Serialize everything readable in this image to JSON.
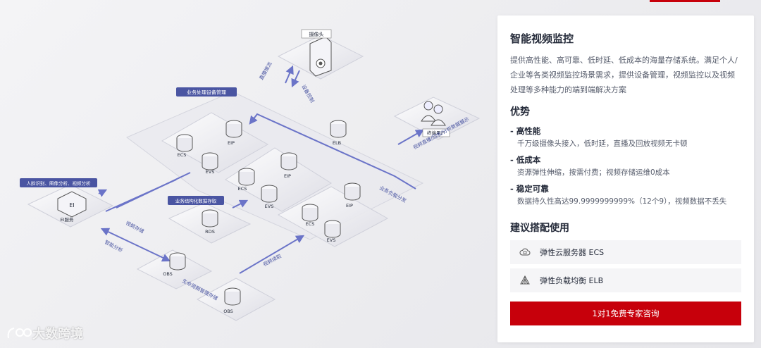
{
  "diagram": {
    "camera_label": "摄像头",
    "device_mgmt_label": "业务处理设备管理",
    "terminal_user_label": "终端用户",
    "ai_label": "人脸识别、图像分析、视频分析",
    "ei_service_label": "EI服务",
    "ei_box_label": "EI",
    "struct_data_label": "业务结构化数据存取",
    "rds_label": "RDS",
    "ecs_label": "ECS",
    "eip_label": "EIP",
    "evs_label": "EVS",
    "elb_label": "ELB",
    "obs_label": "OBS",
    "live_playback_label": "直播推流",
    "device_control_label": "设备控制",
    "live_replay_label": "视频直播/回放/分析数据展示",
    "load_balance_label": "业务负载分发",
    "video_storage_label": "视频存储",
    "smart_analysis_label": "智能分析",
    "lifecycle_label": "生命周期管理存储",
    "video_fetch_label": "视频读取"
  },
  "panel": {
    "title": "智能视频监控",
    "description": "提供高性能、高可靠、低时延、低成本的海量存储系统。满足个人/企业等各类视频监控场景需求，提供设备管理，视频监控以及视频处理等多种能力的端到端解决方案",
    "advantages_title": "优势",
    "advantages": [
      {
        "title": "高性能",
        "desc": "千万级摄像头接入，低时延，直播及回放视频无卡顿"
      },
      {
        "title": "低成本",
        "desc": "资源弹性伸缩，按需付费；视频存储运维0成本"
      },
      {
        "title": "稳定可靠",
        "desc": "数据持久性高达99.9999999999%（12个9），视频数据不丢失"
      }
    ],
    "recommend_title": "建议搭配使用",
    "recommend": [
      {
        "label": "弹性云服务器 ECS",
        "icon": "cloud-server-icon"
      },
      {
        "label": "弹性负载均衡 ELB",
        "icon": "load-balancer-icon"
      }
    ],
    "cta_label": "1对1免费专家咨询"
  },
  "watermark": "大数跨境",
  "colors": {
    "accent": "#c7000b",
    "diagram_line": "#6b74c8",
    "label_bg": "#4a55a2"
  }
}
